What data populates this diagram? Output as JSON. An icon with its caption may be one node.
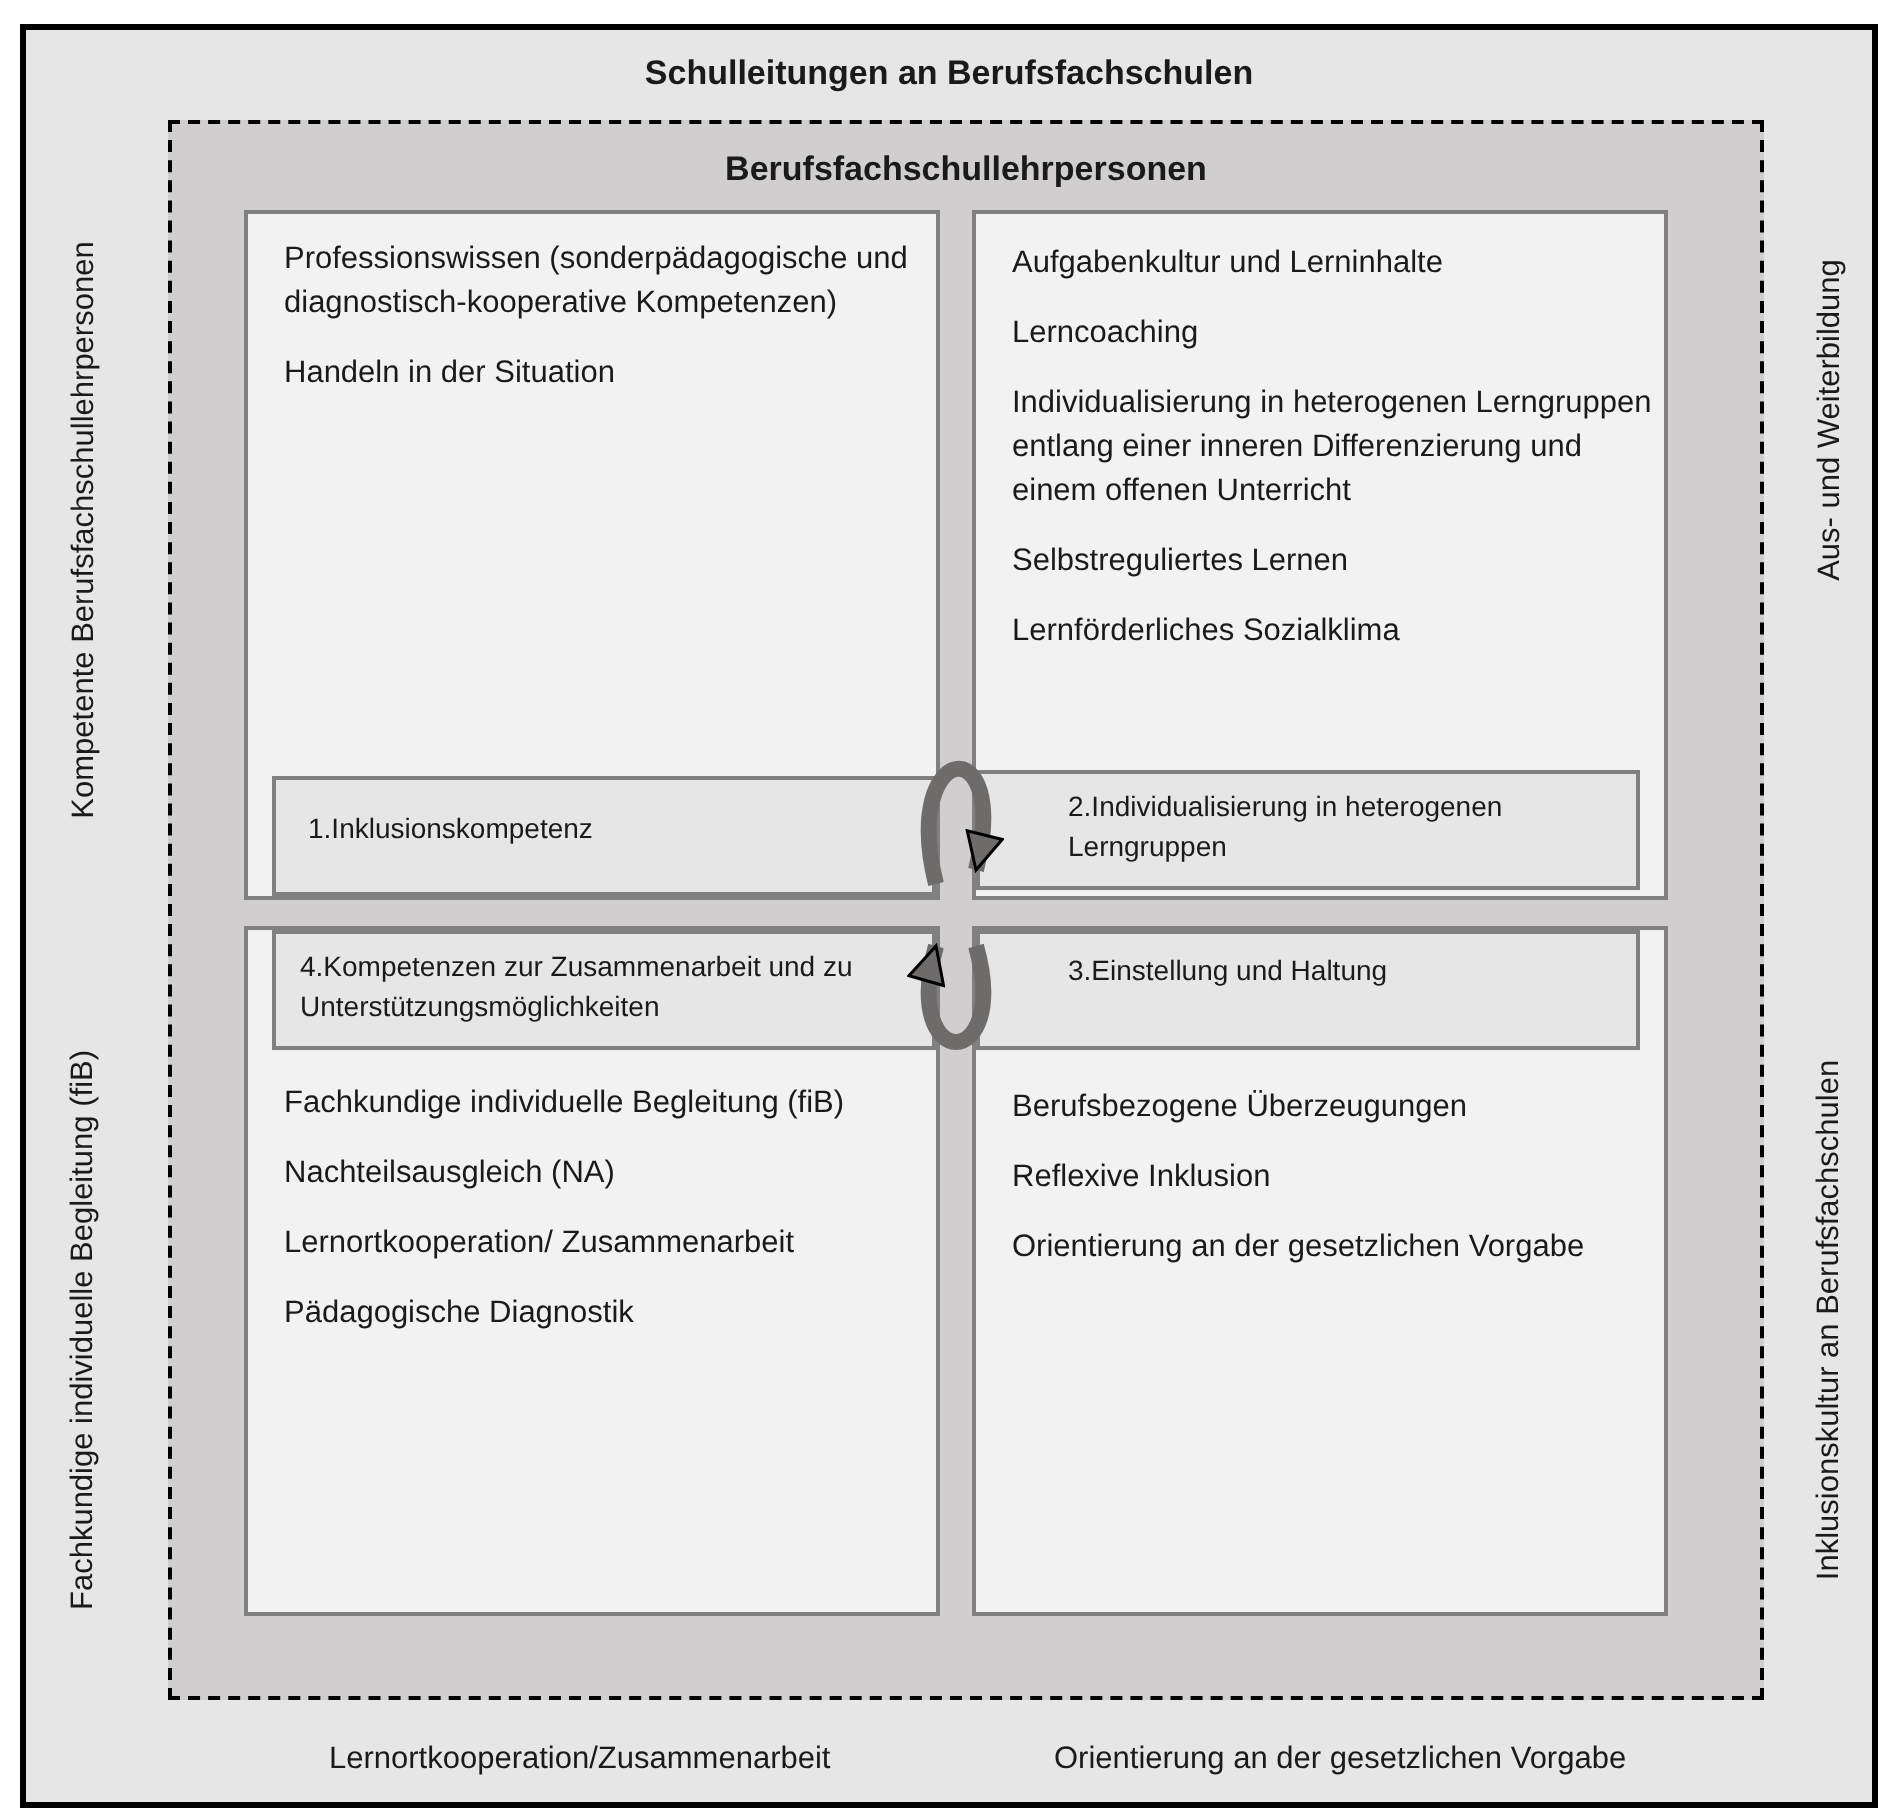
{
  "diagram": {
    "nodes": [
      {
        "text": [
          "Schulleitungen an Berufsfachschulen"
        ]
      },
      {
        "text": [
          "Berufsfachschullehrpersonen"
        ],
        "in": 0
      },
      {
        "text": [
          "Professionswissen (sonderpädagogische und diagnostisch-kooperative Kompetenzen)",
          "Handeln in der Situation"
        ],
        "in": 1
      },
      {
        "text": [
          "Aufgabenkultur und Lerninhalte",
          "Lerncoaching",
          "Individualisierung in heterogenen Lerngruppen entlang einer inneren Differenzierung und einem offenen Unterricht",
          "Selbstreguliertes Lernen",
          "Lernförderliches Sozialklima"
        ],
        "in": 1
      },
      {
        "text": [
          "Fachkundige individuelle Begleitung (fiB)",
          "Nachteilsausgleich (NA)",
          "Lernortkooperation/ Zusammenarbeit",
          "Pädagogische Diagnostik"
        ],
        "in": 1
      },
      {
        "text": [
          "Berufsbezogene Überzeugungen",
          "Reflexive Inklusion",
          "Orientierung an der gesetzlichen Vorgabe"
        ],
        "in": 1
      },
      {
        "text": [
          "1.Inklusionskompetenz"
        ],
        "in": 2
      },
      {
        "text": [
          "2.Individualisierung in heterogenen Lerngruppen"
        ],
        "in": 3
      },
      {
        "text": [
          "4.Kompetenzen zur Zusammenarbeit und zu Unterstützungsmöglichkeiten"
        ],
        "in": 4
      },
      {
        "text": [
          "3.Einstellung und Haltung"
        ],
        "in": 5
      }
    ],
    "edges": [
      {
        "from": 6,
        "to": 7,
        "arrow": "to"
      },
      {
        "from": 9,
        "to": 8,
        "arrow": "to"
      }
    ],
    "labels": [
      "Kompetente Berufsfachschullehrpersonen",
      "Aus- und Weiterbildung",
      "Fachkundige individuelle Begleitung (fiB)",
      "Inklusionskultur an Berufsfachschulen",
      "Lernortkooperation/Zusammenarbeit",
      "Orientierung an der gesetzlichen Vorgabe"
    ]
  }
}
